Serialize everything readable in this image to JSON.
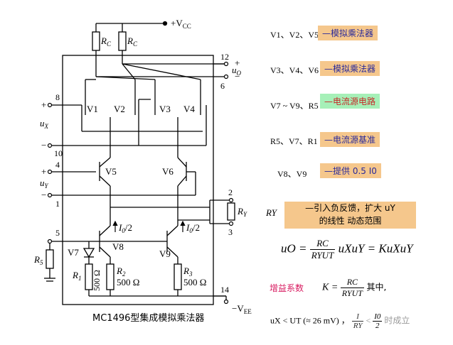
{
  "circuit": {
    "supply_pos": "+V",
    "supply_pos_sub": "CC",
    "supply_neg": "−V",
    "supply_neg_sub": "EE",
    "rc_label": "R",
    "rc_sub": "C",
    "pins": [
      "12",
      "6",
      "8",
      "10",
      "4",
      "1",
      "2",
      "3",
      "5",
      "14"
    ],
    "uo_label": "u",
    "uo_sub": "O",
    "ux_label": "u",
    "ux_sub": "X",
    "uy_label": "u",
    "uy_sub": "Y",
    "ry_label": "R",
    "ry_sub": "Y",
    "r5_label": "R",
    "r5_sub": "5",
    "r1_label": "R",
    "r1_sub": "1",
    "r2_label": "R",
    "r2_sub": "2",
    "r3_label": "R",
    "r3_sub": "3",
    "r1_value": "500 Ω",
    "r2_value": "500 Ω",
    "r3_value": "500 Ω",
    "current_label": "I",
    "current_sub": "0",
    "current_tail": "/2",
    "transistors": [
      "V1",
      "V2",
      "V3",
      "V4",
      "V5",
      "V6",
      "V7",
      "V8",
      "V9"
    ],
    "plus": "+",
    "minus": "−"
  },
  "caption": "MC1496型集成模拟乘法器",
  "rows": [
    {
      "devices": "V1、V2、V5",
      "tag": "—模拟乘法器"
    },
    {
      "devices": "V3、V4、V6",
      "tag": "—模拟乘法器"
    },
    {
      "devices": "V7 ~ V9、R5",
      "tag": "—电流源电路"
    },
    {
      "devices": "R5、V7、R1",
      "tag": "—电流源基准"
    },
    {
      "devices": "V8、V9",
      "tag": "—提供 0.5 I0"
    }
  ],
  "note": {
    "device": "RY",
    "line1": "—引入负反馈，扩大 uY",
    "line2": "的线性 动态范围"
  },
  "formula": {
    "uo_lhs": "uO =",
    "num": "RC",
    "den": "RYUT",
    "mid": "uXuY",
    "rhs": "= KuXuY"
  },
  "gain": {
    "label": "增益系数",
    "k_lhs": "K =",
    "num": "RC",
    "den": "RYUT",
    "tail": "其中,"
  },
  "condition": {
    "text": "uX < UT (≈ 26 mV) ，",
    "frac_num": "I",
    "r_text": "RY",
    "frac2_num": "I0",
    "frac2_den": "2",
    "tail": "时成立"
  }
}
